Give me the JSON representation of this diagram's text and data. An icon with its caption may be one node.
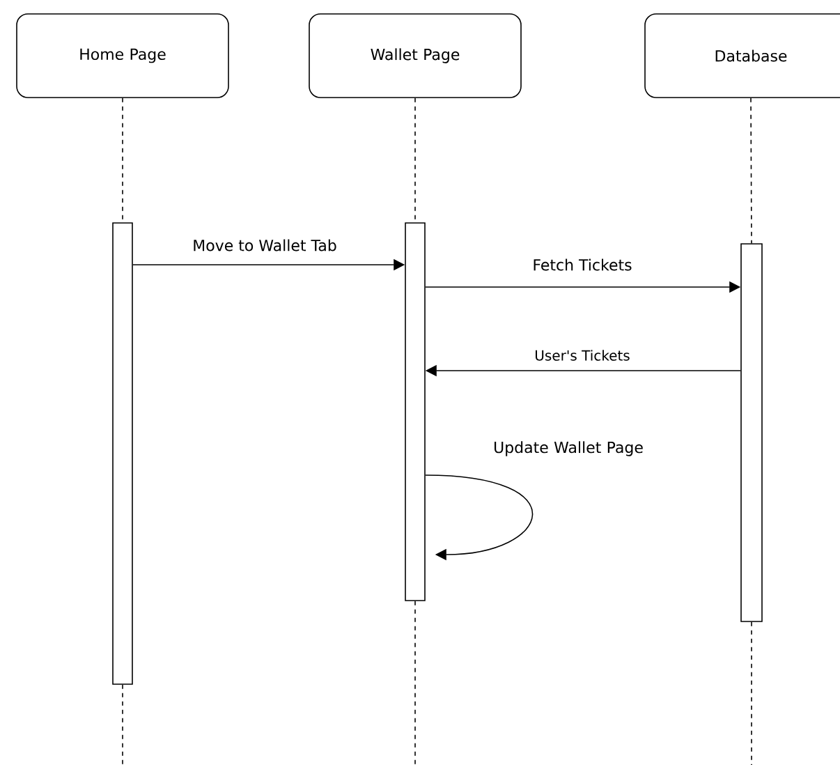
{
  "diagram": {
    "nodes": [
      {
        "text": [
          "Home Page"
        ]
      },
      {
        "text": [
          "Wallet Page"
        ]
      },
      {
        "text": [
          "Database"
        ]
      },
      {
        "text": [],
        "shape": "bar"
      },
      {
        "text": [],
        "shape": "bar"
      },
      {
        "text": [],
        "shape": "bar"
      }
    ],
    "edges": [
      {
        "from": 0,
        "to": 3,
        "arrow": "none",
        "style": "dashed"
      },
      {
        "from": 1,
        "to": 4,
        "arrow": "none",
        "style": "dashed"
      },
      {
        "from": 2,
        "to": 5,
        "arrow": "none",
        "style": "dashed"
      },
      {
        "from": 3,
        "to": null,
        "arrow": "none",
        "style": "dashed"
      },
      {
        "from": 4,
        "to": null,
        "arrow": "none",
        "style": "dashed"
      },
      {
        "from": 5,
        "to": null,
        "arrow": "none",
        "style": "dashed"
      },
      {
        "from": 3,
        "to": 4,
        "arrow": "to",
        "label": "Move to Wallet Tab"
      },
      {
        "from": 4,
        "to": 5,
        "arrow": "to",
        "label": "Fetch Tickets"
      },
      {
        "from": 5,
        "to": 4,
        "arrow": "to",
        "label": "User's Tickets"
      },
      {
        "from": 4,
        "to": 4,
        "arrow": "to",
        "label": "Update Wallet Page"
      }
    ]
  }
}
